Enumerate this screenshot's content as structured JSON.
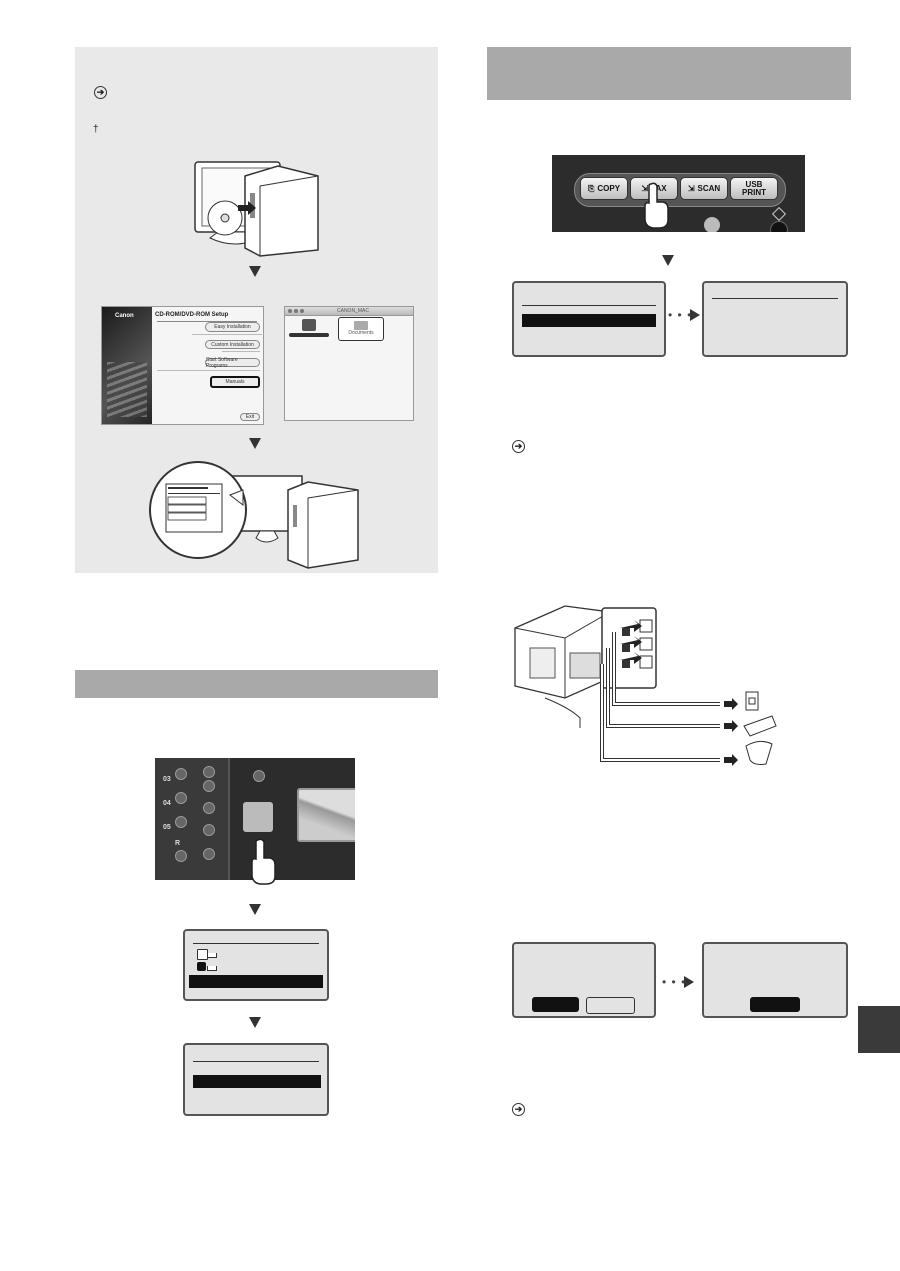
{
  "page": {
    "left_panel": {
      "note_dagger": "†",
      "icons": [
        "circle-arrow-icon",
        "down-triangle-icon"
      ]
    },
    "setup_window": {
      "brand": "Canon",
      "title": "CD-ROM/DVD-ROM Setup",
      "buttons": [
        "Easy Installation",
        "Custom Installation",
        "Start Software Programs",
        "Manuals",
        "Exit"
      ]
    },
    "mac_window": {
      "title": "CANON_MAC",
      "folder_label": "Documents"
    },
    "control_panel_keys": {
      "copy": "COPY",
      "fax": "FAX",
      "scan": "SCAN",
      "usb_line1": "USB",
      "usb_line2": "PRINT"
    },
    "keypad_labels": {
      "row1": "03",
      "row2": "04",
      "row3": "05",
      "row4": "R"
    },
    "section_tab_color": "#3a3a3a",
    "section_bar_color": "#a9a9a9",
    "panel_color": "#e9e9e9"
  }
}
